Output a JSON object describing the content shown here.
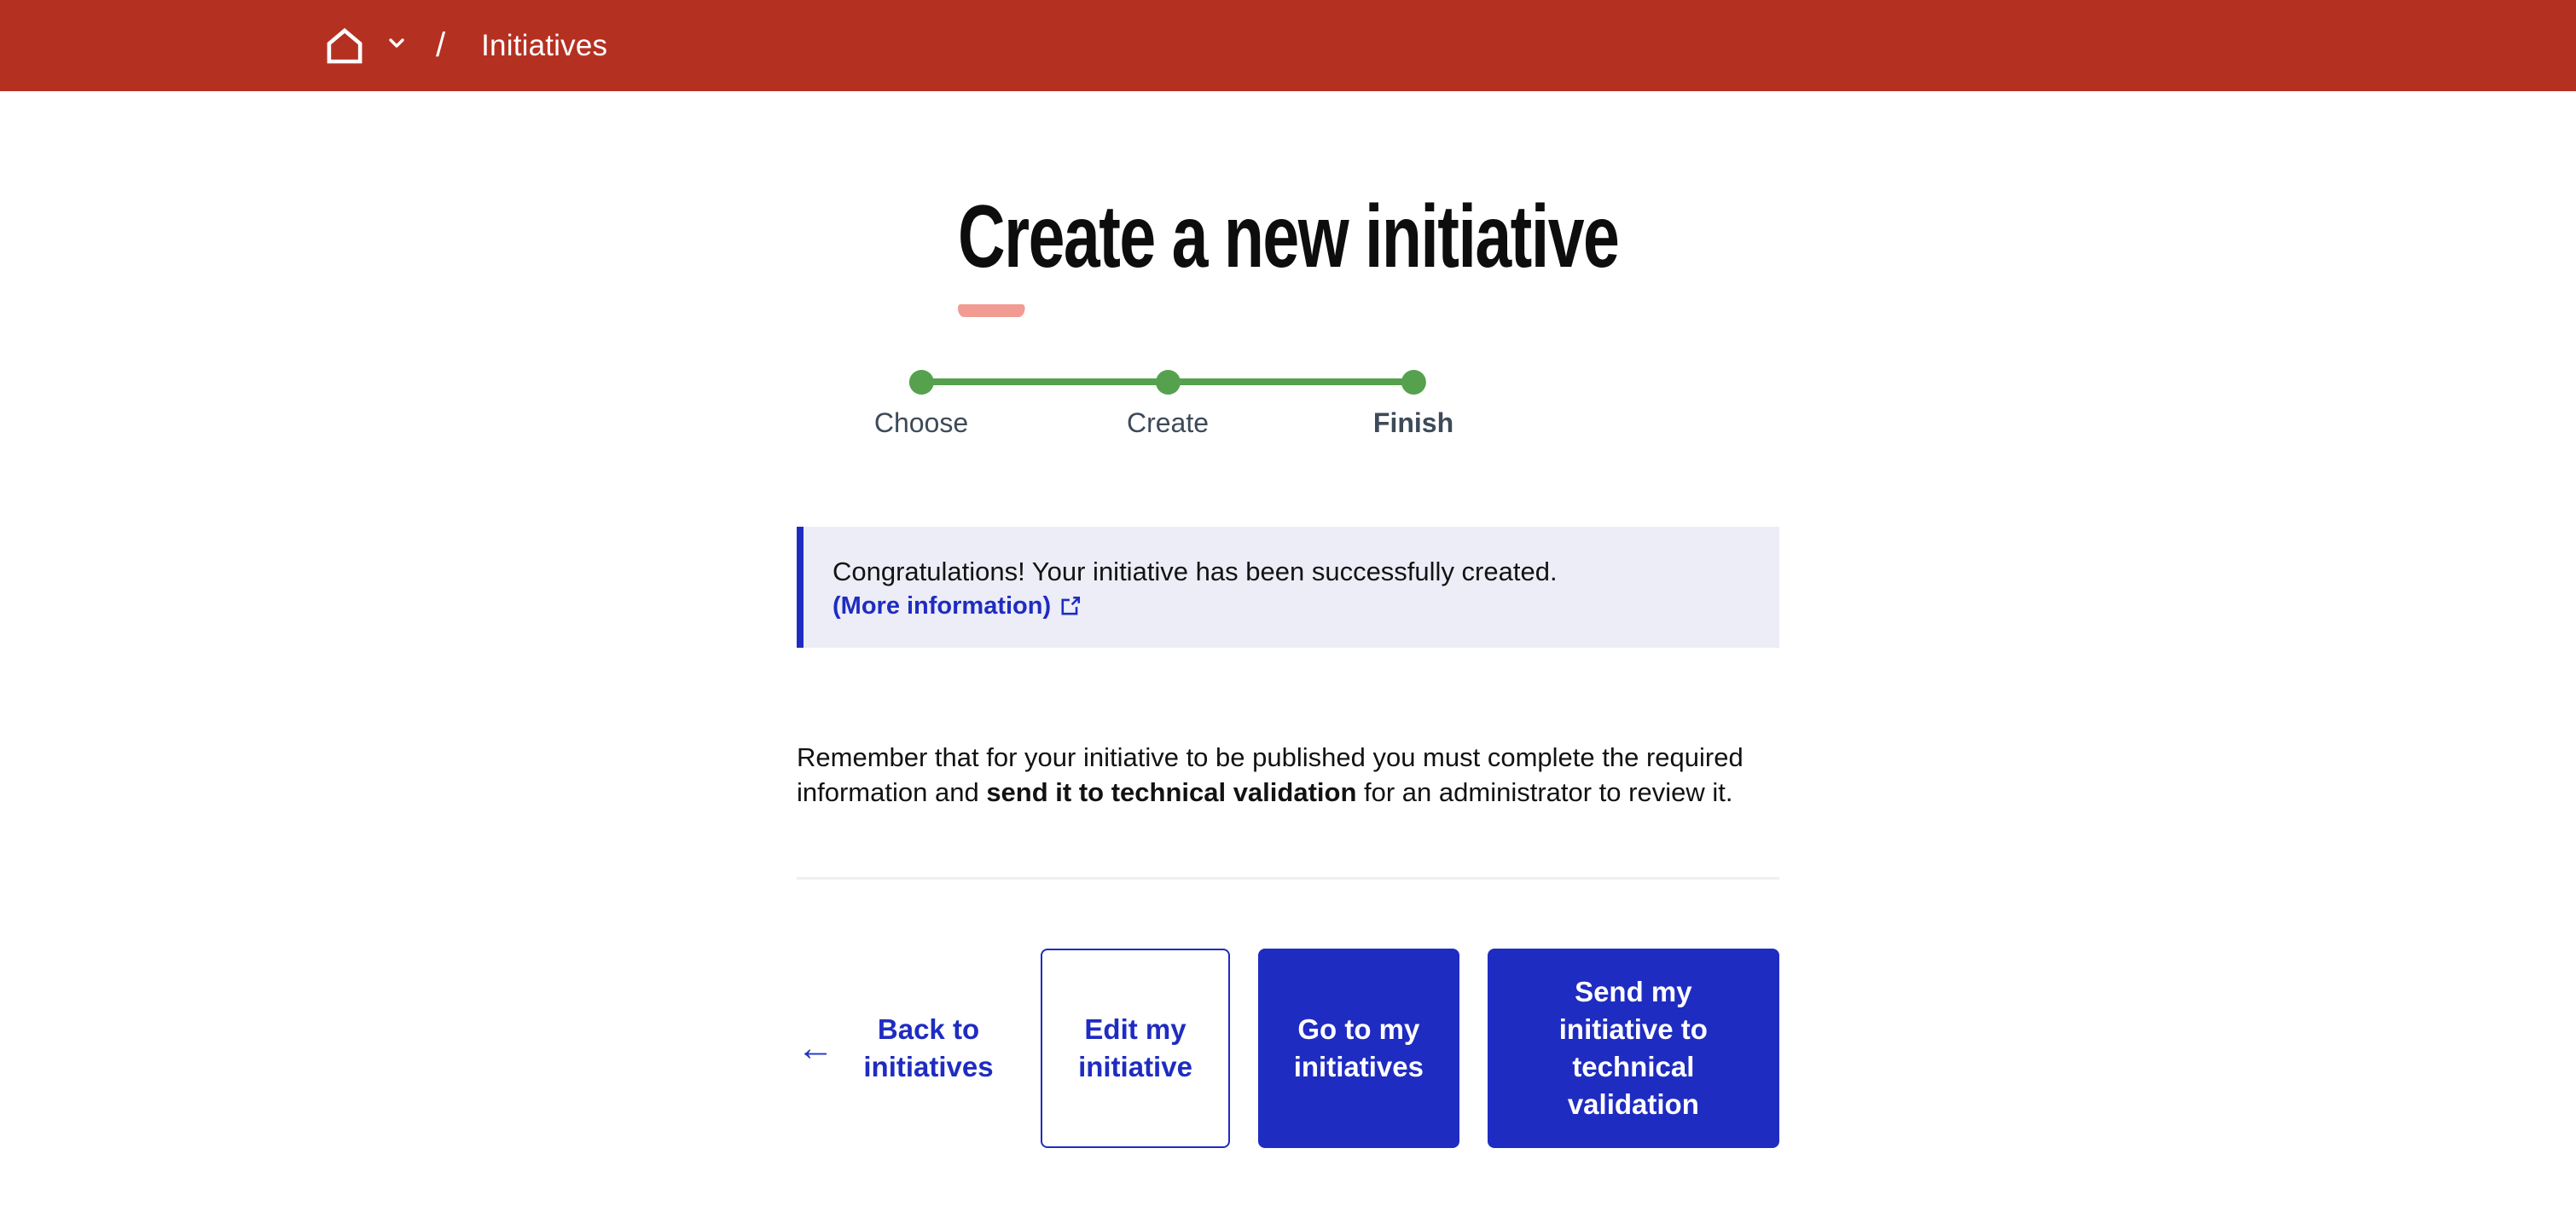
{
  "header": {
    "breadcrumb": {
      "separator": "/",
      "current": "Initiatives"
    },
    "background_color": "#b43122"
  },
  "page": {
    "title": "Create a new initiative",
    "title_underline_color": "#f19b93"
  },
  "stepper": {
    "color": "#56a14e",
    "steps": [
      {
        "label": "Choose",
        "state": "done"
      },
      {
        "label": "Create",
        "state": "done"
      },
      {
        "label": "Finish",
        "state": "current"
      }
    ]
  },
  "alert": {
    "message": "Congratulations! Your initiative has been successfully created.",
    "link_label": "(More information)",
    "background_color": "#ecedf6",
    "border_color": "#1f2cc1"
  },
  "note": {
    "text_before": "Remember that for your initiative to be published you must complete the required information and ",
    "text_bold": "send it to technical validation",
    "text_after": " for an administrator to review it."
  },
  "actions": {
    "back_label": "Back to initiatives",
    "edit_label": "Edit my initiative",
    "go_label": "Go to my initiatives",
    "send_label": "Send my initiative to technical validation",
    "accent_color": "#1f2cc1"
  },
  "icons": {
    "home": "home-icon",
    "chevron": "chevron-down-icon",
    "external_link": "external-link-icon",
    "back_arrow": "left-arrow-icon"
  }
}
